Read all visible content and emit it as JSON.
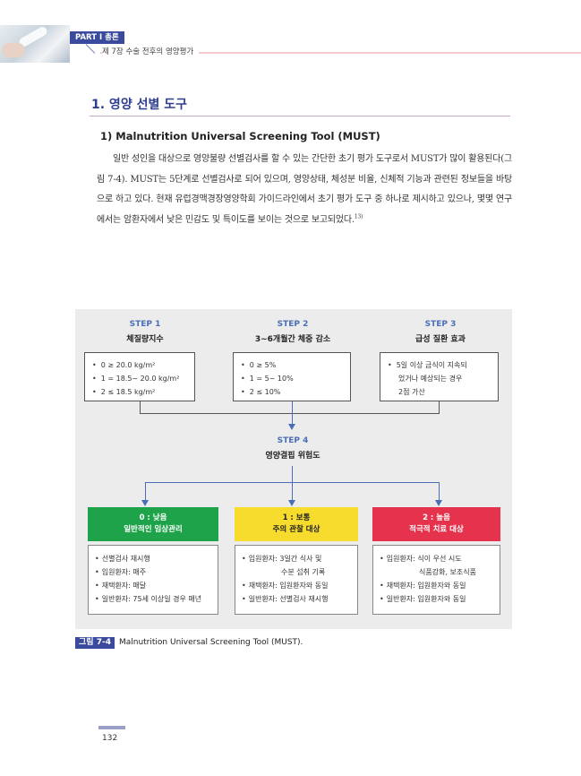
{
  "header": {
    "part": "PART Ⅰ 총론",
    "chapter": "제 7장 수술 전후의 영양평가"
  },
  "section": {
    "title": "1. 영양 선별 도구",
    "subtitle": "1) Malnutrition Universal Screening Tool (MUST)",
    "paragraph": "일반 성인을 대상으로 영양불량 선별검사를 할 수 있는 간단한 초기 평가 도구로서 MUST가 많이 활용된다(그림 7-4). MUST는 5단계로 선별검사로 되어 있으며, 영양상태, 체성분 비율, 신체적 기능과 관련된 정보들을 바탕으로 하고 있다. 현재 유럽경맥경장영양학회 가이드라인에서 초기 평가 도구 중 하나로 제시하고 있으나, 몇몇 연구에서는 암환자에서 낮은 민감도 및 특이도를 보이는 것으로 보고되었다.",
    "ref": "13)"
  },
  "figure": {
    "steps": [
      {
        "label": "STEP 1",
        "name": "체질량지수",
        "items": [
          "0 ≥ 20.0 kg/m²",
          "1 = 18.5~ 20.0 kg/m²",
          "2 ≤ 18.5 kg/m²"
        ]
      },
      {
        "label": "STEP 2",
        "name": "3~6개월간 체중 감소",
        "items": [
          "0 ≥ 5%",
          "1 = 5~ 10%",
          "2 ≤ 10%"
        ]
      },
      {
        "label": "STEP 3",
        "name": "급성 질환 효과",
        "items": [
          "5일 이상 금식이 지속되",
          "었거나 예상되는 경우",
          "2점 가산"
        ]
      }
    ],
    "step4": {
      "label": "STEP 4",
      "name": "영양결핍 위험도"
    },
    "risks": [
      {
        "score": "0 : 낮음",
        "name": "일반적인 임상관리",
        "color": "#1fa34a",
        "items": [
          "선별검사 재시행",
          "입원환자: 매주",
          "재택환자: 매달",
          "일반환자: 75세 이상일 경우 매년"
        ]
      },
      {
        "score": "1 : 보통",
        "name": "주의 관찰 대상",
        "color": "#f7dc2d",
        "items": [
          "입원환자: 3일간 식사 및",
          "수분 섭취 기록",
          "재택환자: 입원환자와 동일",
          "일반환자: 선별검사 재시행"
        ]
      },
      {
        "score": "2 : 높음",
        "name": "적극적 치료 대상",
        "color": "#e5334d",
        "items": [
          "입원환자: 식이 우선 시도",
          "식품강화, 보조식품",
          "재택환자: 입원환자와 동일",
          "일반환자: 입원환자와 동일"
        ]
      }
    ],
    "caption_tag": "그림 7-4",
    "caption_text": "Malnutrition Universal Screening Tool (MUST)."
  },
  "page_number": "132"
}
